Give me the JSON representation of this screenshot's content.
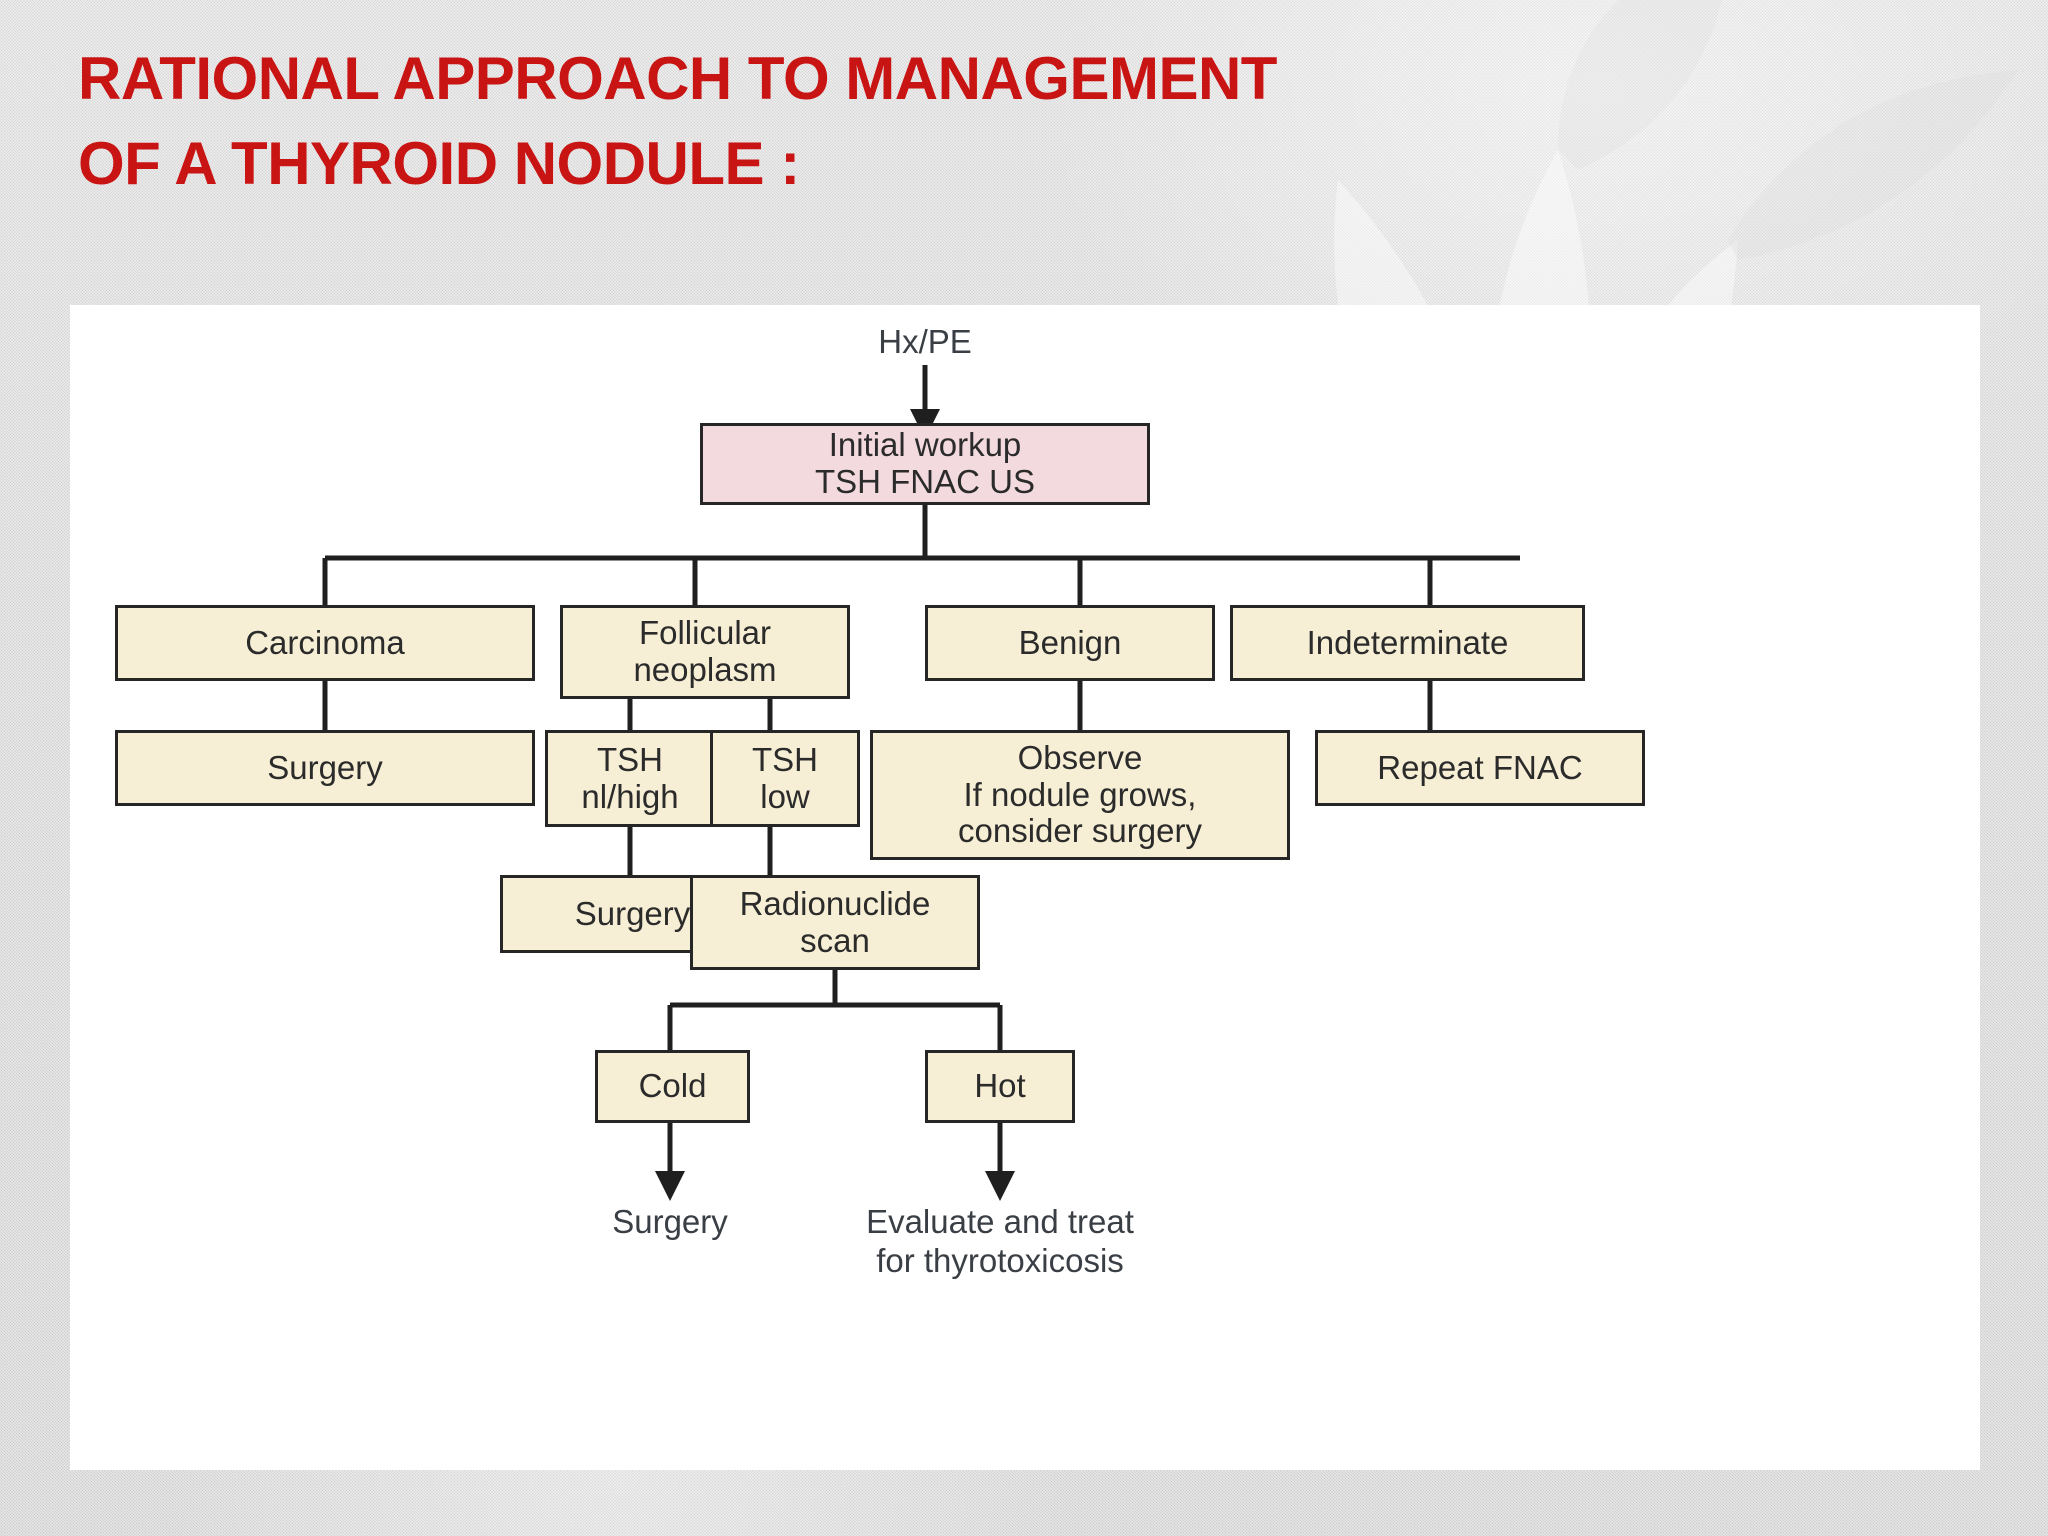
{
  "slide": {
    "title_line1": "RATIONAL APPROACH TO MANAGEMENT",
    "title_line2": "OF A THYROID NODULE :",
    "title_color": "#c91414",
    "background_color": "#d9d9d9",
    "panel_color": "#ffffff"
  },
  "chart_data": {
    "type": "diagram",
    "title": "Rational approach to management of a thyroid nodule",
    "diagram_kind": "flowchart",
    "node_fill_default": "#f7efd5",
    "node_fill_highlight": "#f3dade",
    "node_border": "#262626",
    "nodes": [
      {
        "id": "hxpe",
        "label": "Hx/PE",
        "shape": "text",
        "fill": "none"
      },
      {
        "id": "initial",
        "label": "Initial workup\nTSH  FNAC  US",
        "shape": "box",
        "fill": "#f3dade"
      },
      {
        "id": "carcinoma",
        "label": "Carcinoma",
        "shape": "box",
        "fill": "#f7efd5"
      },
      {
        "id": "follicular",
        "label": "Follicular\nneoplasm",
        "shape": "box",
        "fill": "#f7efd5"
      },
      {
        "id": "benign",
        "label": "Benign",
        "shape": "box",
        "fill": "#f7efd5"
      },
      {
        "id": "indeterminate",
        "label": "Indeterminate",
        "shape": "box",
        "fill": "#f7efd5"
      },
      {
        "id": "surgery1",
        "label": "Surgery",
        "shape": "box",
        "fill": "#f7efd5"
      },
      {
        "id": "tsh_nl_high",
        "label": "TSH\nnl/high",
        "shape": "box",
        "fill": "#f7efd5"
      },
      {
        "id": "tsh_low",
        "label": "TSH\nlow",
        "shape": "box",
        "fill": "#f7efd5"
      },
      {
        "id": "observe",
        "label": "Observe\nIf nodule grows,\nconsider surgery",
        "shape": "box",
        "fill": "#f7efd5"
      },
      {
        "id": "repeat_fnac",
        "label": "Repeat FNAC",
        "shape": "box",
        "fill": "#f7efd5"
      },
      {
        "id": "surgery2",
        "label": "Surgery",
        "shape": "box",
        "fill": "#f7efd5"
      },
      {
        "id": "radionuclide",
        "label": "Radionuclide\nscan",
        "shape": "box",
        "fill": "#f7efd5"
      },
      {
        "id": "cold",
        "label": "Cold",
        "shape": "box",
        "fill": "#f7efd5"
      },
      {
        "id": "hot",
        "label": "Hot",
        "shape": "box",
        "fill": "#f7efd5"
      },
      {
        "id": "surgery3",
        "label": "Surgery",
        "shape": "text",
        "fill": "none"
      },
      {
        "id": "evaluate",
        "label": "Evaluate and treat\nfor thyrotoxicosis",
        "shape": "text",
        "fill": "none"
      }
    ],
    "edges": [
      {
        "from": "hxpe",
        "to": "initial",
        "arrow": true
      },
      {
        "from": "initial",
        "to": "carcinoma",
        "arrow": false
      },
      {
        "from": "initial",
        "to": "follicular",
        "arrow": false
      },
      {
        "from": "initial",
        "to": "benign",
        "arrow": false
      },
      {
        "from": "initial",
        "to": "indeterminate",
        "arrow": false
      },
      {
        "from": "carcinoma",
        "to": "surgery1",
        "arrow": false
      },
      {
        "from": "follicular",
        "to": "tsh_nl_high",
        "arrow": false
      },
      {
        "from": "follicular",
        "to": "tsh_low",
        "arrow": false
      },
      {
        "from": "benign",
        "to": "observe",
        "arrow": false
      },
      {
        "from": "indeterminate",
        "to": "repeat_fnac",
        "arrow": false
      },
      {
        "from": "tsh_nl_high",
        "to": "surgery2",
        "arrow": false
      },
      {
        "from": "tsh_low",
        "to": "radionuclide",
        "arrow": false
      },
      {
        "from": "radionuclide",
        "to": "cold",
        "arrow": false
      },
      {
        "from": "radionuclide",
        "to": "hot",
        "arrow": false
      },
      {
        "from": "cold",
        "to": "surgery3",
        "arrow": true
      },
      {
        "from": "hot",
        "to": "evaluate",
        "arrow": true
      }
    ]
  },
  "labels": {
    "hxpe": "Hx/PE",
    "initial_l1": "Initial workup",
    "initial_l2": "TSH  FNAC  US",
    "carcinoma": "Carcinoma",
    "follicular_l1": "Follicular",
    "follicular_l2": "neoplasm",
    "benign": "Benign",
    "indeterminate": "Indeterminate",
    "surgery1": "Surgery",
    "tsh_nl_high_l1": "TSH",
    "tsh_nl_high_l2": "nl/high",
    "tsh_low_l1": "TSH",
    "tsh_low_l2": "low",
    "observe_l1": "Observe",
    "observe_l2": "If nodule grows,",
    "observe_l3": "consider surgery",
    "repeat_fnac": "Repeat FNAC",
    "surgery2": "Surgery",
    "radionuclide_l1": "Radionuclide",
    "radionuclide_l2": "scan",
    "cold": "Cold",
    "hot": "Hot",
    "surgery3": "Surgery",
    "evaluate_l1": "Evaluate and treat",
    "evaluate_l2": "for thyrotoxicosis"
  }
}
